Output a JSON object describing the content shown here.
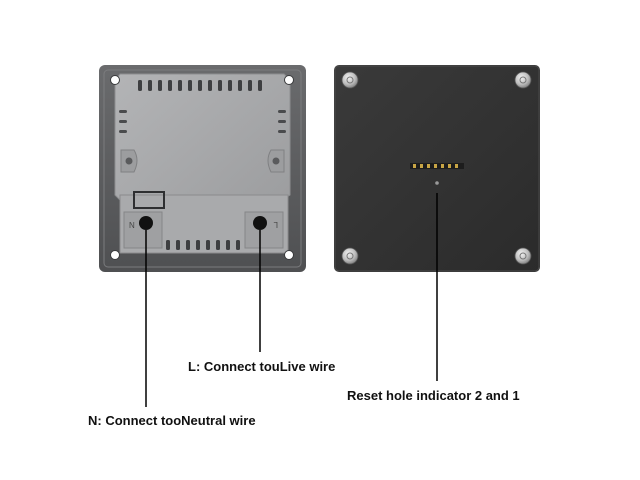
{
  "labels": {
    "live_wire": "L: Connect touLive wire",
    "neutral_wire": "N: Connect tooNeutral wire",
    "reset_hole": "Reset hole indicator 2 and 1"
  },
  "terminal_marks": {
    "neutral": "N",
    "live": "L"
  },
  "colors": {
    "background": "#ffffff",
    "left_frame": "#5f6062",
    "left_plate": "#a7a8aa",
    "right_panel": "#333333",
    "callout_line": "#000000",
    "label_text": "#111111"
  }
}
